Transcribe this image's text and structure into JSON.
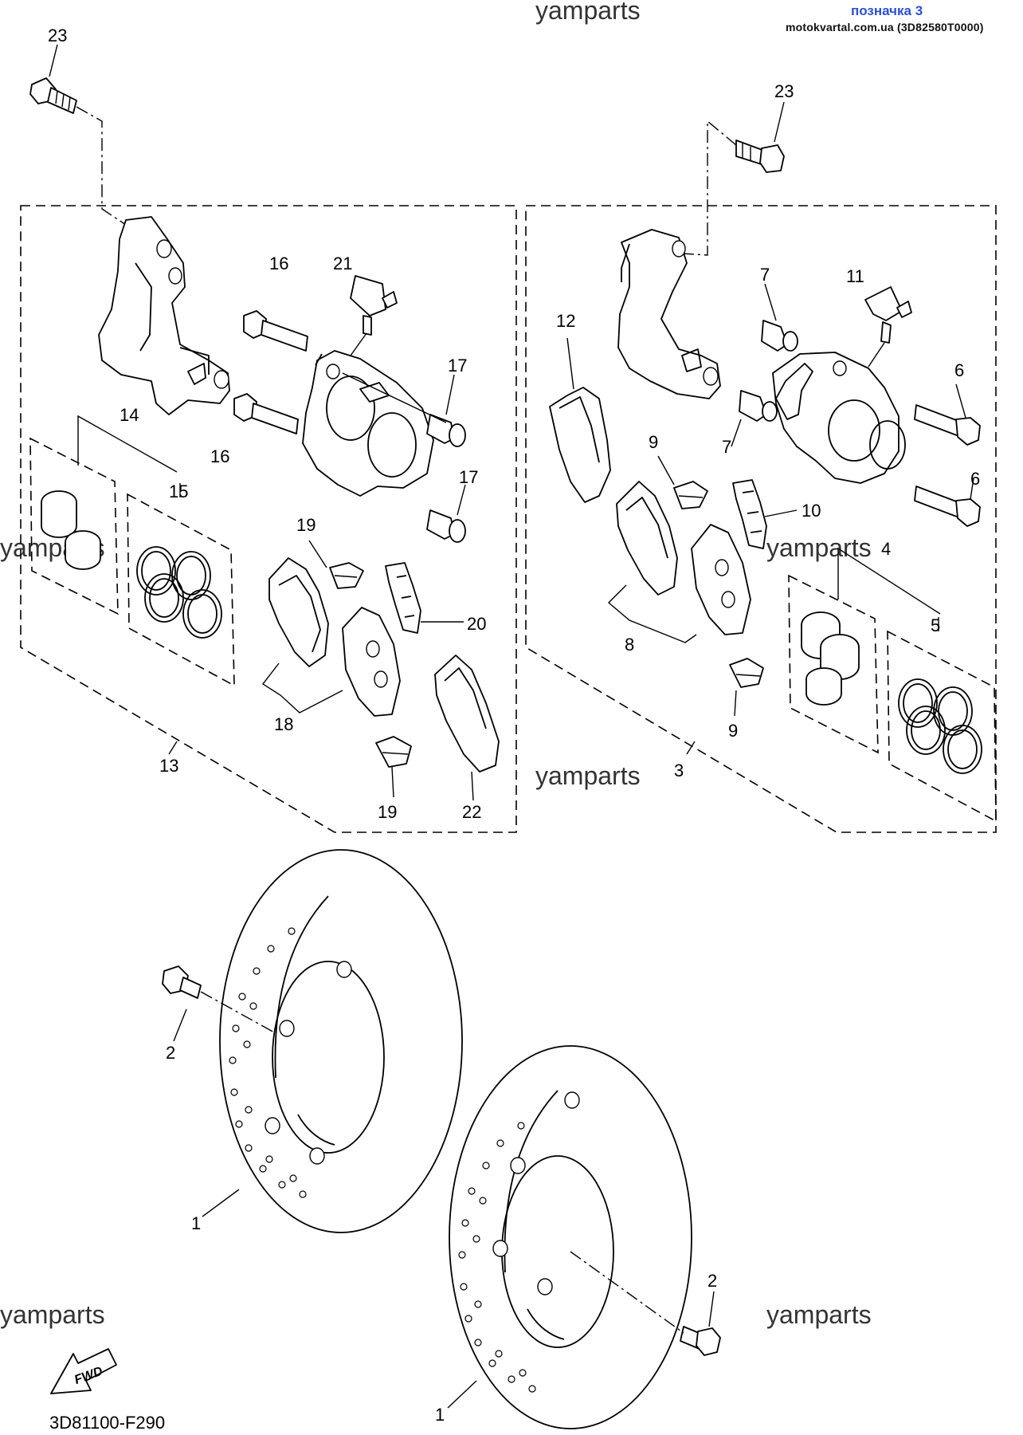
{
  "header": {
    "link_text": "позначка 3",
    "site_text": "motokvartal.com.ua (3D82580T0000)"
  },
  "watermarks": [
    "yamparts",
    "yamparts",
    "yamparts",
    "yamparts",
    "yamparts",
    "yamparts"
  ],
  "diagram_code": "3D81100-F290",
  "fwd_label": "FWD",
  "callouts": {
    "c1a": "1",
    "c1b": "1",
    "c2a": "2",
    "c2b": "2",
    "c3": "3",
    "c4": "4",
    "c5": "5",
    "c6a": "6",
    "c6b": "6",
    "c7a": "7",
    "c7b": "7",
    "c8": "8",
    "c9a": "9",
    "c9b": "9",
    "c10": "10",
    "c11": "11",
    "c12": "12",
    "c13": "13",
    "c14": "14",
    "c15": "15",
    "c16a": "16",
    "c16b": "16",
    "c17a": "17",
    "c17b": "17",
    "c18": "18",
    "c19a": "19",
    "c19b": "19",
    "c20": "20",
    "c21": "21",
    "c22": "22",
    "c23a": "23",
    "c23b": "23"
  }
}
